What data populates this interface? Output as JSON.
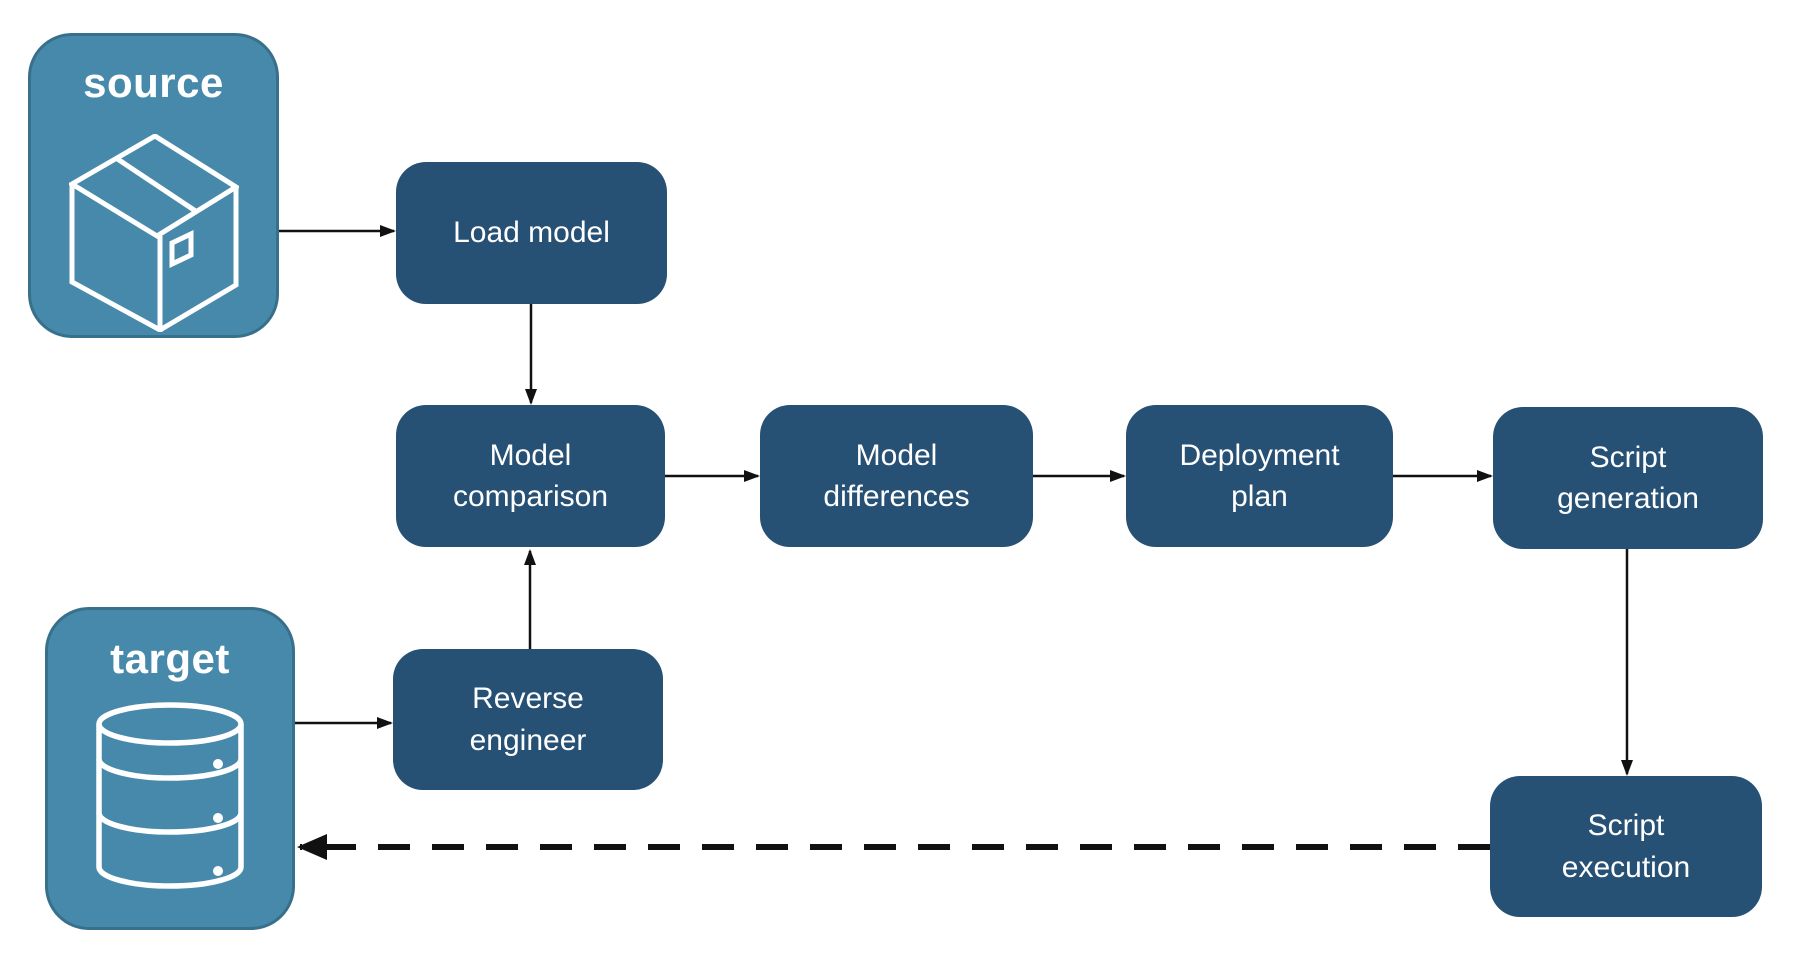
{
  "diagram": {
    "groups": {
      "source": {
        "label": "source",
        "icon": "package-icon"
      },
      "target": {
        "label": "target",
        "icon": "database-icon"
      }
    },
    "nodes": {
      "load_model": {
        "label": "Load model"
      },
      "model_comparison": {
        "label": "Model\ncomparison"
      },
      "model_differences": {
        "label": "Model\ndifferences"
      },
      "deployment_plan": {
        "label": "Deployment\nplan"
      },
      "script_generation": {
        "label": "Script\ngeneration"
      },
      "reverse_engineer": {
        "label": "Reverse\nengineer"
      },
      "script_execution": {
        "label": "Script\nexecution"
      }
    },
    "edges": [
      {
        "from": "source",
        "to": "load_model",
        "style": "solid"
      },
      {
        "from": "load_model",
        "to": "model_comparison",
        "style": "solid"
      },
      {
        "from": "model_comparison",
        "to": "model_differences",
        "style": "solid"
      },
      {
        "from": "model_differences",
        "to": "deployment_plan",
        "style": "solid"
      },
      {
        "from": "deployment_plan",
        "to": "script_generation",
        "style": "solid"
      },
      {
        "from": "script_generation",
        "to": "script_execution",
        "style": "solid"
      },
      {
        "from": "target",
        "to": "reverse_engineer",
        "style": "solid"
      },
      {
        "from": "reverse_engineer",
        "to": "model_comparison",
        "style": "solid"
      },
      {
        "from": "script_execution",
        "to": "target",
        "style": "dashed"
      }
    ],
    "colors": {
      "background": "#ffffff",
      "group_fill": "#4789ab",
      "group_border": "#38708b",
      "node_fill": "#275174",
      "label_text": "#ffffff",
      "arrow": "#111111",
      "icon_stroke": "#ffffff"
    }
  }
}
